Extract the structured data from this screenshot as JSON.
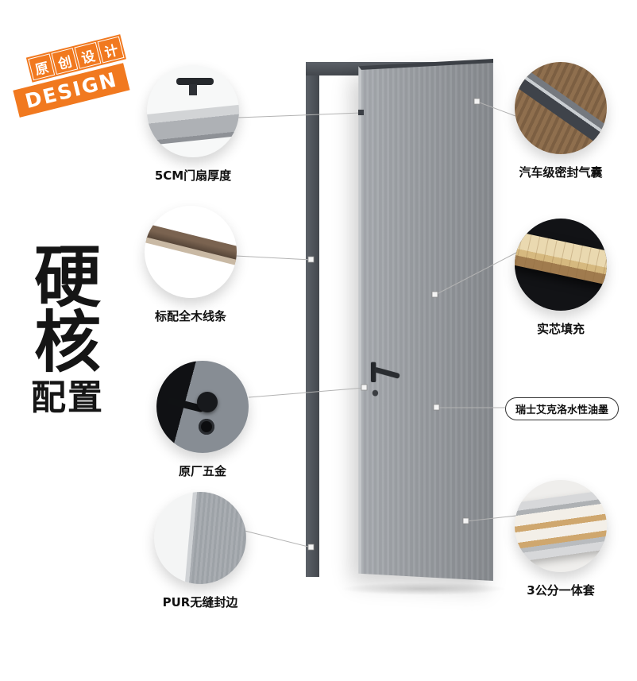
{
  "badge": {
    "chars": [
      "原",
      "创",
      "设",
      "计"
    ],
    "subtitle": "DESIGN"
  },
  "headline": {
    "line1": "硬",
    "line2": "核",
    "line3": "配置"
  },
  "features": {
    "left": [
      {
        "label": "5CM门扇厚度",
        "icon": "door-top-thickness-photo"
      },
      {
        "label": "标配全木线条",
        "icon": "wood-trim-photo"
      },
      {
        "label": "原厂五金",
        "icon": "door-hardware-photo"
      },
      {
        "label": "PUR无缝封边",
        "icon": "edge-banding-photo"
      }
    ],
    "right": [
      {
        "label": "汽车级密封气囊",
        "icon": "seal-strip-photo"
      },
      {
        "label": "实芯填充",
        "icon": "solid-core-photo"
      },
      {
        "label": "3公分一体套",
        "icon": "frame-section-photo"
      }
    ],
    "pill": {
      "label": "瑞士艾克洛水性油墨"
    }
  },
  "colors": {
    "accent_orange": "#f1791f",
    "door_leaf": "#9a9ea3",
    "door_frame": "#4d525a",
    "text": "#111111"
  }
}
